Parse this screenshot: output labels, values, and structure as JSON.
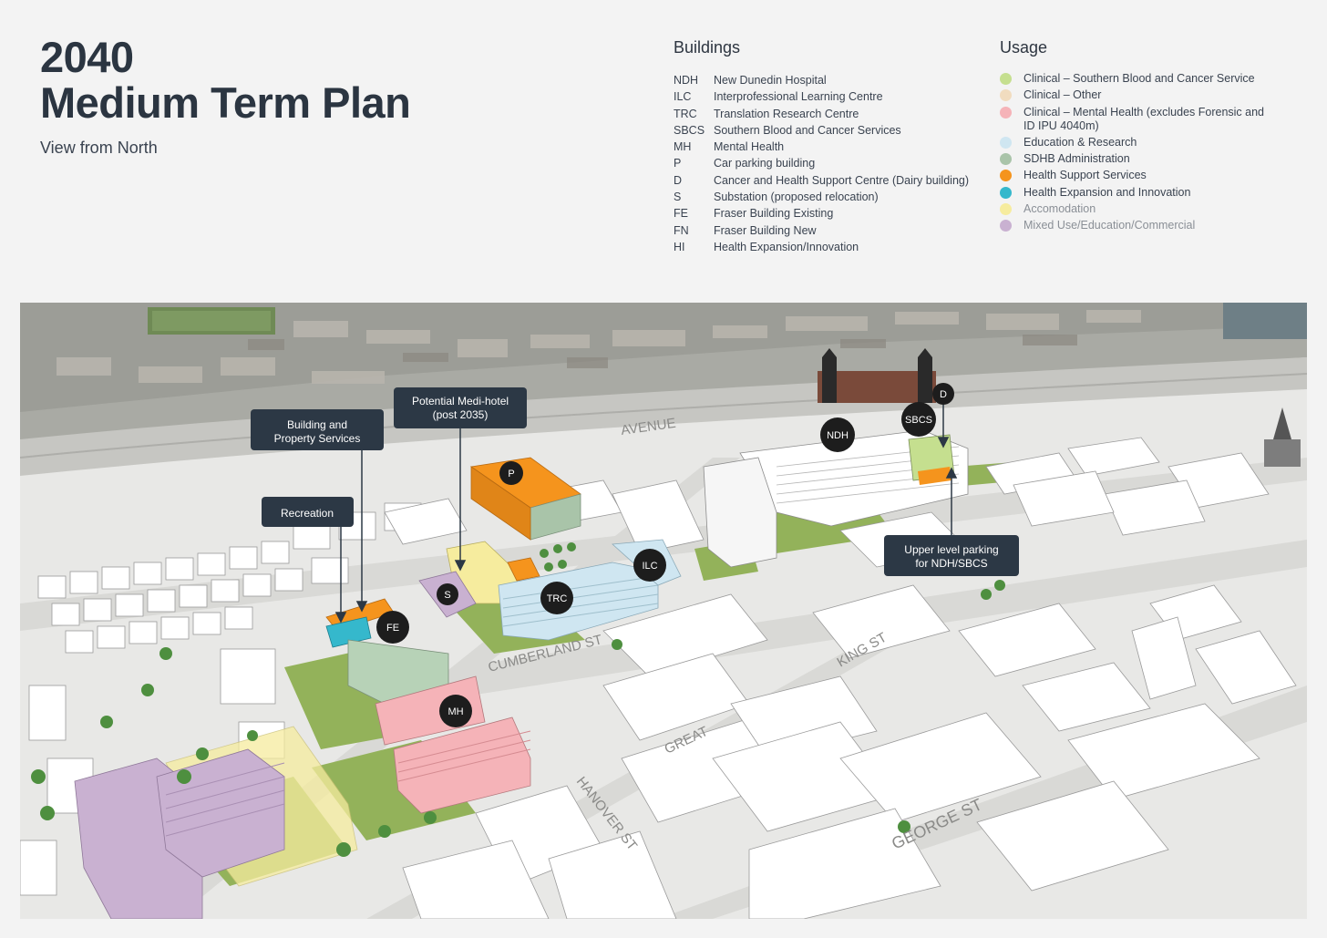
{
  "header": {
    "title_line1": "2040",
    "title_line2": "Medium Term Plan",
    "subtitle": "View from North"
  },
  "buildings_legend": {
    "heading": "Buildings",
    "items": [
      {
        "code": "NDH",
        "name": "New Dunedin Hospital"
      },
      {
        "code": "ILC",
        "name": "Interprofessional Learning Centre"
      },
      {
        "code": "TRC",
        "name": "Translation Research Centre"
      },
      {
        "code": "SBCS",
        "name": "Southern Blood and Cancer Services"
      },
      {
        "code": "MH",
        "name": "Mental Health"
      },
      {
        "code": "P",
        "name": "Car parking building"
      },
      {
        "code": "D",
        "name": "Cancer and Health Support Centre (Dairy building)"
      },
      {
        "code": "S",
        "name": "Substation (proposed relocation)"
      },
      {
        "code": "FE",
        "name": "Fraser Building Existing"
      },
      {
        "code": "FN",
        "name": "Fraser Building New"
      },
      {
        "code": "HI",
        "name": "Health Expansion/Innovation"
      }
    ]
  },
  "usage_legend": {
    "heading": "Usage",
    "items": [
      {
        "label": "Clinical – Southern Blood and Cancer Service",
        "color": "#c5df8f"
      },
      {
        "label": "Clinical – Other",
        "color": "#f1dcbf"
      },
      {
        "label": "Clinical – Mental Health (excludes Forensic and ID IPU 4040m)",
        "color": "#f5b3b8"
      },
      {
        "label": "Education & Research",
        "color": "#cfe6f1"
      },
      {
        "label": "SDHB Administration",
        "color": "#a9c4a9"
      },
      {
        "label": "Health Support Services",
        "color": "#f5941d"
      },
      {
        "label": "Health Expansion and Innovation",
        "color": "#35b8cc"
      },
      {
        "label": "Accomodation",
        "color": "#f6ec9e"
      },
      {
        "label": "Mixed Use/Education/Commercial",
        "color": "#c9b1d1"
      }
    ]
  },
  "map": {
    "callouts": {
      "medi_hotel_line1": "Potential Medi-hotel",
      "medi_hotel_line2": "(post 2035)",
      "building_services_line1": "Building and",
      "building_services_line2": "Property Services",
      "recreation": "Recreation",
      "upper_parking_line1": "Upper level parking",
      "upper_parking_line2": "for NDH/SBCS"
    },
    "markers": {
      "ndh": "NDH",
      "sbcs": "SBCS",
      "d": "D",
      "p": "P",
      "ilc": "ILC",
      "trc": "TRC",
      "s": "S",
      "fe": "FE",
      "mh": "MH"
    },
    "streets": {
      "cumberland": "CUMBERLAND ST",
      "king": "KING ST",
      "great": "GREAT",
      "hanover": "HANOVER ST",
      "george": "GEORGE ST",
      "avenue": "AVENUE"
    }
  }
}
